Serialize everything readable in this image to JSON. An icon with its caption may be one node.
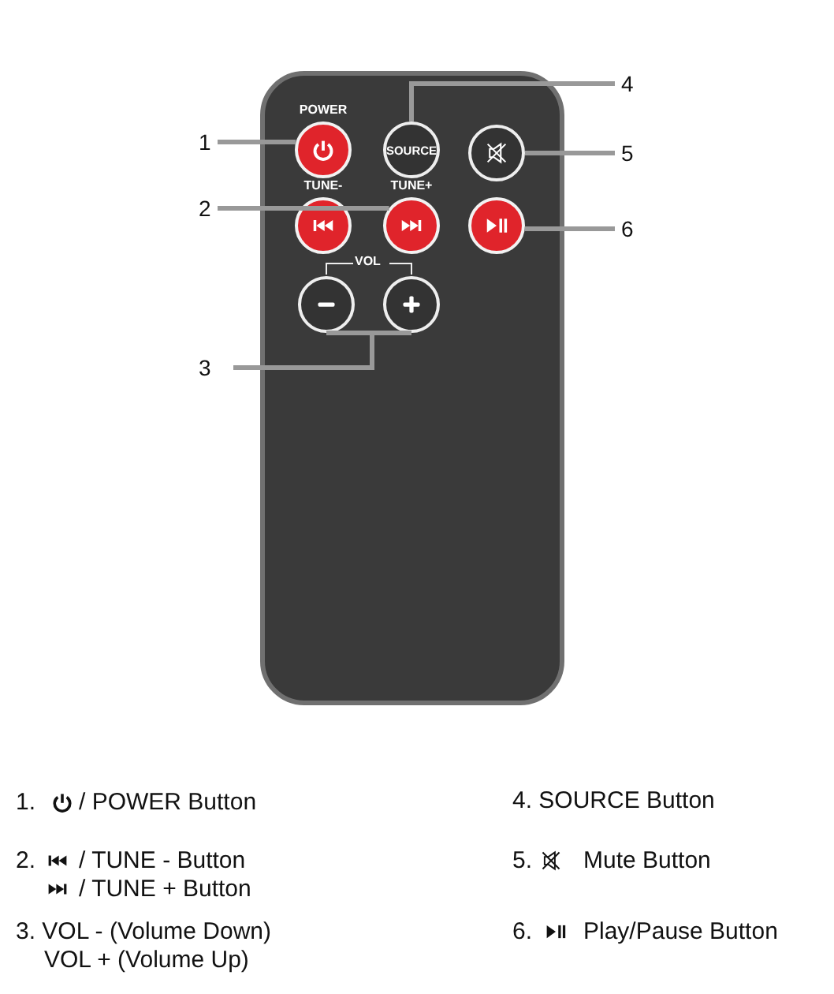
{
  "diagram": {
    "nodes": [
      {
        "text": [
          "1"
        ]
      },
      {
        "text": [
          "POWER"
        ]
      },
      {
        "text": [
          "2"
        ]
      },
      {
        "text": [
          "TUNE-"
        ]
      },
      {
        "text": [
          "TUNE+"
        ]
      },
      {
        "text": [
          "3"
        ]
      },
      {
        "text": [],
        "shape": "circle"
      },
      {
        "text": [],
        "shape": "circle"
      },
      {
        "text": [
          "4"
        ]
      },
      {
        "text": [
          "SOURCE"
        ]
      },
      {
        "text": [
          "5"
        ]
      },
      {
        "text": [],
        "shape": "circle"
      },
      {
        "text": [
          "6"
        ]
      },
      {
        "text": [],
        "shape": "circle"
      }
    ],
    "edges": [
      {
        "from": 0,
        "to": 1,
        "arrow": "none"
      },
      {
        "from": 2,
        "to": 3,
        "arrow": "none"
      },
      {
        "from": 2,
        "to": 4,
        "arrow": "none"
      },
      {
        "from": 5,
        "to": 6,
        "arrow": "none"
      },
      {
        "from": 5,
        "to": 7,
        "arrow": "none"
      },
      {
        "from": 8,
        "to": 9,
        "arrow": "none"
      },
      {
        "from": 10,
        "to": 11,
        "arrow": "none"
      },
      {
        "from": 12,
        "to": 13,
        "arrow": "none"
      }
    ],
    "labels": [
      "VOL",
      "1.",
      "/ POWER Button",
      "4. SOURCE Button",
      "2.",
      "/ TUNE - Button",
      "5.",
      "Mute Button",
      "/ TUNE + Button",
      "3. VOL - (Volume Down)",
      "6.",
      "Play/Pause Button",
      "VOL + (Volume Up)"
    ]
  }
}
